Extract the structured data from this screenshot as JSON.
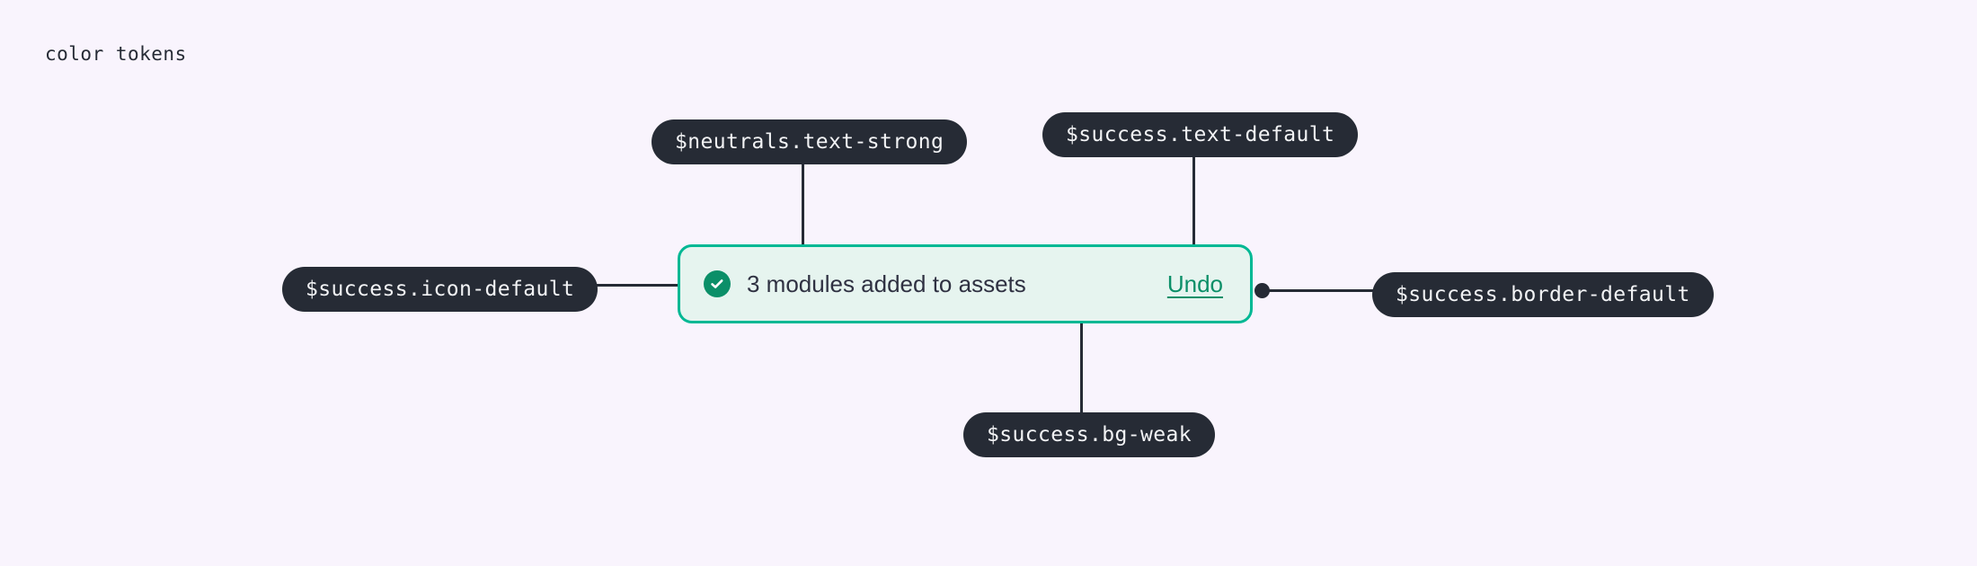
{
  "page": {
    "title": "color tokens",
    "background_color": "#f9f4fd"
  },
  "toast": {
    "message": "3 modules added to assets",
    "action_label": "Undo",
    "icon": "check-circle-icon",
    "background_color": "#e6f4ef",
    "border_color": "#00b894",
    "icon_color": "#0b8f68",
    "text_color": "#2f3142",
    "action_color": "#0b8f68"
  },
  "annotations": {
    "pill_background": "#262b35",
    "pill_text_color": "#f2f3f5",
    "connector_color": "#262b35",
    "items": [
      {
        "id": "text-strong",
        "token": "$neutrals.text-strong",
        "target": "toast-message"
      },
      {
        "id": "text-default",
        "token": "$success.text-default",
        "target": "toast-action"
      },
      {
        "id": "icon-default",
        "token": "$success.icon-default",
        "target": "toast-icon"
      },
      {
        "id": "border-default",
        "token": "$success.border-default",
        "target": "toast-border"
      },
      {
        "id": "bg-weak",
        "token": "$success.bg-weak",
        "target": "toast-background"
      }
    ]
  }
}
